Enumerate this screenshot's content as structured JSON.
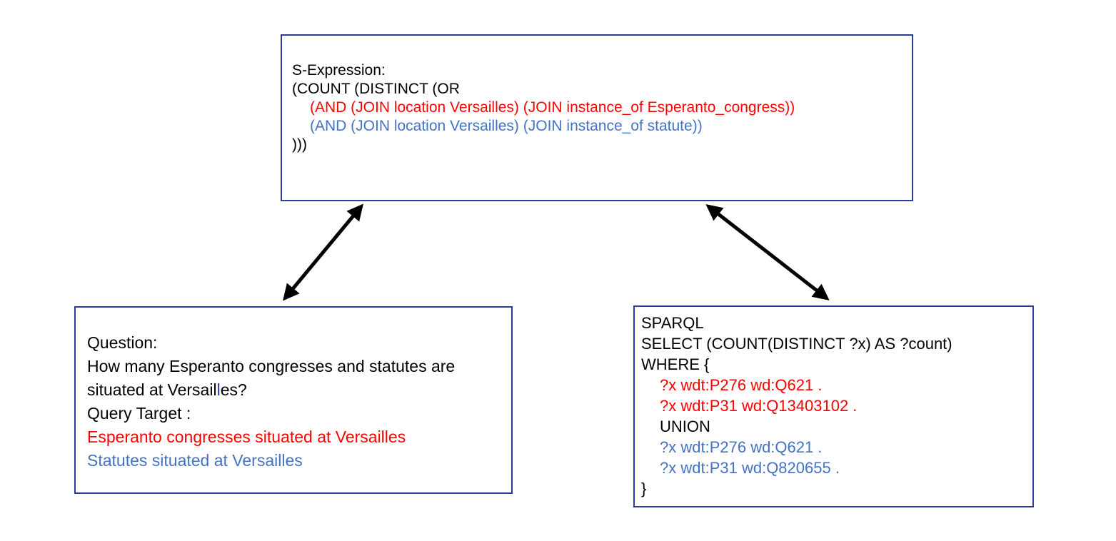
{
  "colors": {
    "red": "#ff0000",
    "blue": "#4472c4",
    "border": "#2b3c9e",
    "cursor_blue": "#2438b8",
    "arrow": "#000000"
  },
  "sexpression_box": {
    "lines": [
      {
        "text": "S-Expression:",
        "color": "black",
        "indent": 0
      },
      {
        "text": "(COUNT (DISTINCT (OR",
        "color": "black",
        "indent": 0
      },
      {
        "text": "(AND (JOIN location Versailles) (JOIN instance_of Esperanto_congress))",
        "color": "red",
        "indent": 1
      },
      {
        "text": "(AND (JOIN location Versailles) (JOIN instance_of statute))",
        "color": "blue",
        "indent": 1
      },
      {
        "text": ")))",
        "color": "black",
        "indent": 0
      }
    ]
  },
  "question_box": {
    "label": "Question:",
    "question_line1": "How many Esperanto congresses and statutes are",
    "question_line2_pre": "situated at Versail",
    "question_line2_cursor": "l",
    "question_line2_post": "es?",
    "query_target_label": "Query Target :",
    "target_red": "Esperanto congresses situated at Versailles",
    "target_blue": "Statutes situated at Versailles"
  },
  "sparql_box": {
    "lines": [
      {
        "text": "SPARQL",
        "color": "black",
        "indent": 0
      },
      {
        "text": "SELECT (COUNT(DISTINCT ?x) AS ?count)",
        "color": "black",
        "indent": 0
      },
      {
        "text": "WHERE {",
        "color": "black",
        "indent": 0
      },
      {
        "text": "?x wdt:P276 wd:Q621 .",
        "color": "red",
        "indent": 1
      },
      {
        "text": "?x wdt:P31 wd:Q13403102 .",
        "color": "red",
        "indent": 1
      },
      {
        "text": "UNION",
        "color": "black",
        "indent": 1
      },
      {
        "text": "?x wdt:P276 wd:Q621 .",
        "color": "blue",
        "indent": 1
      },
      {
        "text": "?x wdt:P31 wd:Q820655 .",
        "color": "blue",
        "indent": 1
      },
      {
        "text": "}",
        "color": "black",
        "indent": 0
      }
    ]
  },
  "arrows": [
    {
      "from": "s-expression-box",
      "to": "question-box",
      "style": "double-headed"
    },
    {
      "from": "s-expression-box",
      "to": "sparql-box",
      "style": "double-headed"
    }
  ]
}
